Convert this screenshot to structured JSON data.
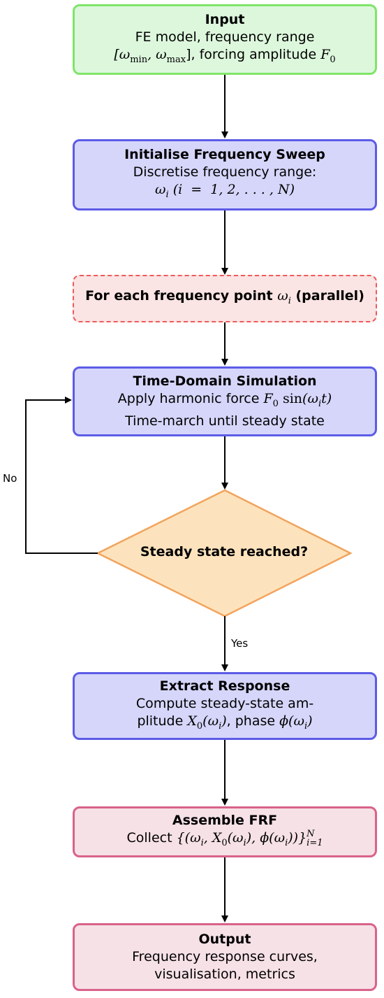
{
  "nodes": {
    "input": {
      "title": "Input",
      "line1": "FE model, frequency range",
      "line2_range": "[ω",
      "line2_min": "min",
      "line2_comma": ", ω",
      "line2_max": "max",
      "line2_rest": "], forcing amplitude ",
      "line2_F": "F",
      "line2_F_sub": "0"
    },
    "init": {
      "title": "Initialise Frequency Sweep",
      "line1": "Discretise frequency range:",
      "line2_omega": "ω",
      "line2_sub": "i",
      "line2_rest": " (i  =  1, 2, . . . , N)"
    },
    "loop": {
      "title_pre": "For each frequency point ",
      "title_omega": "ω",
      "title_sub": "i",
      "title_post": " (parallel)"
    },
    "sim": {
      "title": "Time-Domain Simulation",
      "line1_pre": "Apply harmonic force ",
      "line1_F": "F",
      "line1_F_sub": "0",
      "line1_sin": " sin",
      "line1_arg": "(ω",
      "line1_arg_sub": "i",
      "line1_arg_end": "t)",
      "line2": "Time-march until steady state"
    },
    "decision": {
      "text": "Steady state reached?"
    },
    "extract": {
      "title": "Extract Response",
      "line1": "Compute steady-state am-",
      "line2_pre": "plitude ",
      "line2_X": "X",
      "line2_X_sub": "0",
      "line2_arg": "(ω",
      "line2_arg_sub": "i",
      "line2_arg_end": ")",
      "line2_mid": ", phase ",
      "line2_phi": "ϕ(ω",
      "line2_phi_sub": "i",
      "line2_phi_end": ")"
    },
    "assemble": {
      "title": "Assemble FRF",
      "line1_pre": "Collect ",
      "line1_set": "{(ω",
      "line1_s1": "i",
      "line1_a": ", X",
      "line1_s2": "0",
      "line1_b": "(ω",
      "line1_s3": "i",
      "line1_c": "), ϕ(ω",
      "line1_s4": "i",
      "line1_d": "))}",
      "line1_sup": "N",
      "line1_sub": "i=1"
    },
    "output": {
      "title": "Output",
      "line1": "Frequency response curves,",
      "line2": "visualisation, metrics"
    }
  },
  "edges": {
    "no_label": "No",
    "yes_label": "Yes"
  },
  "colors": {
    "green_fill": "#ddf7dd",
    "green_border": "#7fe56a",
    "blue_fill": "#d6d6fb",
    "blue_border": "#5c5ce6",
    "red_fill": "#f6e1e6",
    "red_border": "#d9628b",
    "dashed_border": "#ee5a5a",
    "diamond_fill": "#fde3bd",
    "diamond_border": "#f2a35b"
  }
}
